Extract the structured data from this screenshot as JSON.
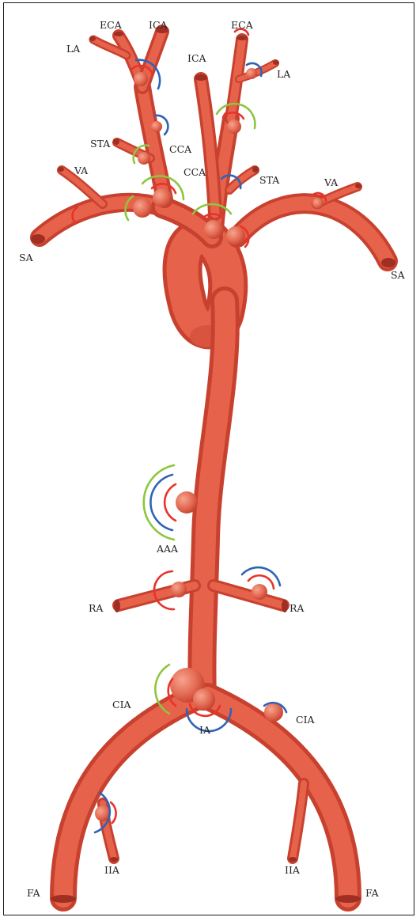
{
  "colors": {
    "vessel": "#e05a45",
    "vessel_dark": "#b8392a",
    "vessel_light": "#f08a73",
    "ring_red": "#e8332b",
    "ring_blue": "#2f63b6",
    "ring_green": "#8dc63f",
    "label": "#222222",
    "border": "#1a1a1a"
  },
  "labels": {
    "eca_left": "ECA",
    "ica_left": "ICA",
    "la_left": "LA",
    "sta_left": "STA",
    "cca_left": "CCA",
    "va_left": "VA",
    "sa_left": "SA",
    "eca_right": "ECA",
    "ica_right": "ICA",
    "la_right": "LA",
    "cca_right": "CCA",
    "sta_right": "STA",
    "va_right": "VA",
    "sa_right": "SA",
    "aaa": "AAA",
    "ra_left": "RA",
    "ra_right": "RA",
    "cia_left": "CIA",
    "cia_right": "CIA",
    "ia": "IA",
    "iia_left": "IIA",
    "iia_right": "IIA",
    "fa_left": "FA",
    "fa_right": "FA"
  }
}
